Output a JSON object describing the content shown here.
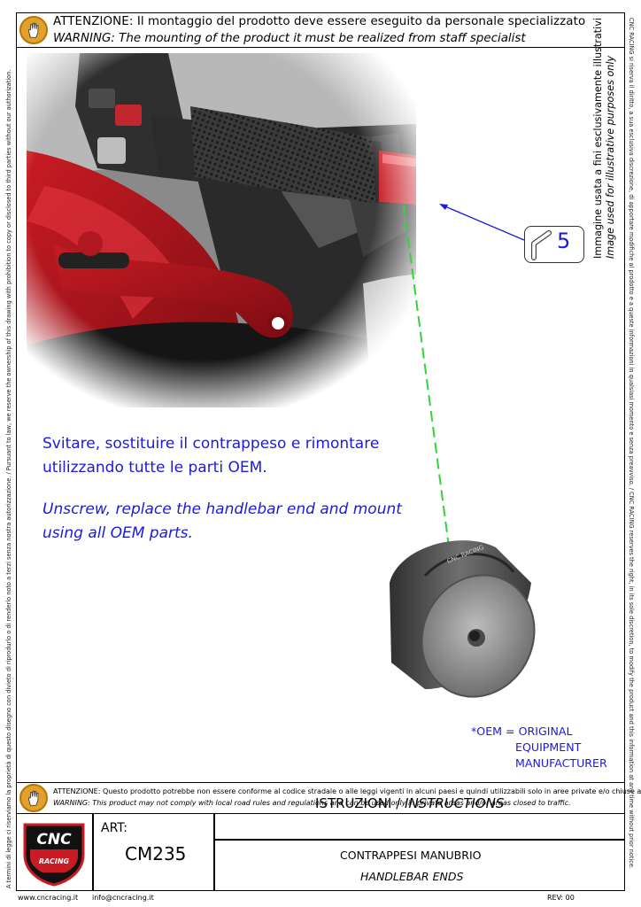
{
  "header": {
    "warning_it": "ATTENZIONE: Il montaggio del prodotto deve essere eseguito da personale specializzato",
    "warning_en": "WARNING: The mounting of the product it must be realized from staff specialist"
  },
  "side_legal": "A termini di legge ci riserviamo la proprietà di questo disegno con divieto di riprodurlo o di renderlo noto a terzi senza nostra autorizzazione. / Pursuant to law, we reserve the ownership of this drawing with prohibition to copy or disclosed to third parties without our authorization.",
  "side_right_legal": "CNC RACING si riserva il diritto, a sua esclusiva discrezione, di apportare modifiche al prodotto e a queste informazioni in qualsiasi momento e senza preavviso. / CNC RACING reserves the right, in its sole discretion, to modify the product and this information at any time without prior notice.",
  "illustrative_note": {
    "it": "Immagine usata a fini esclusivamente illustrativi",
    "en": "Image used for illustrative purposes only"
  },
  "step": {
    "number": "5"
  },
  "instructions": {
    "it": "Svitare, sostituire il contrappeso e rimontare utilizzando tutte le parti OEM.",
    "en": "Unscrew, replace the handlebar end and mount using all OEM parts."
  },
  "oem_note": {
    "line1": "*OEM = ORIGINAL",
    "line2": "EQUIPMENT",
    "line3": "MANUFACTURER"
  },
  "bottom_warning": {
    "it": "ATTENZIONE: Questo prodotto potrebbe non essere conforme al codice stradale o alle leggi vigenti in alcuni paesi e quindi utilizzabili solo in aree private e/o chiuse al traffico",
    "en": "WARNING: This product may not comply with local road rules and regulations and can be used only in private areas and/or areas closed to traffic."
  },
  "title_block": {
    "logo_top": "CNC",
    "logo_bottom": "RACING",
    "art_label": "ART:",
    "art_code": "CM235",
    "doc_type_it": "ISTRUZIONI",
    "doc_type_sep": "/",
    "doc_type_en": "INSTRUCTIONS",
    "product_it": "CONTRAPPESI MANUBRIO",
    "product_en": "HANDLEBAR ENDS"
  },
  "footer": {
    "website": "www.cncracing.it",
    "email": "info@cncracing.it",
    "revision": "REV: 00"
  },
  "product_marking": "CNC RACING",
  "colors": {
    "accent_blue": "#1a1ae0",
    "guide_green": "#35d335",
    "warning_orange": "#e3a12b",
    "part_red": "#d41a22"
  }
}
